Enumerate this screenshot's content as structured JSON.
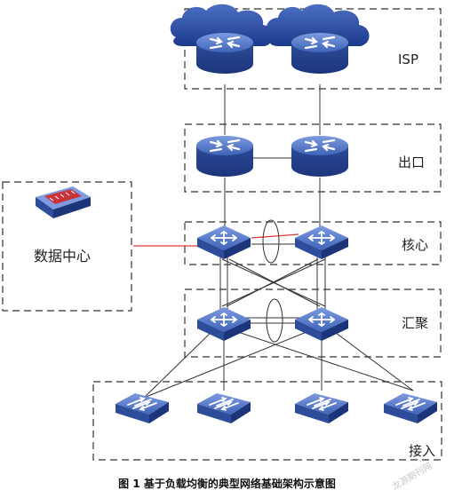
{
  "layers": {
    "isp": "ISP",
    "egress": "出口",
    "core": "核心",
    "aggregation": "汇聚",
    "access": "接入"
  },
  "datacenter_label": "数据中心",
  "caption": "图 1  基于负载均衡的典型网络基础架构示意图",
  "watermark": "龙源期刊网",
  "colors": {
    "device": "#2f4f9c",
    "device_light": "#6c8ad0",
    "cloud": "#1b3a8c",
    "link": "#333333",
    "datacenter_link": "#d9373b",
    "frame": "#333333"
  }
}
